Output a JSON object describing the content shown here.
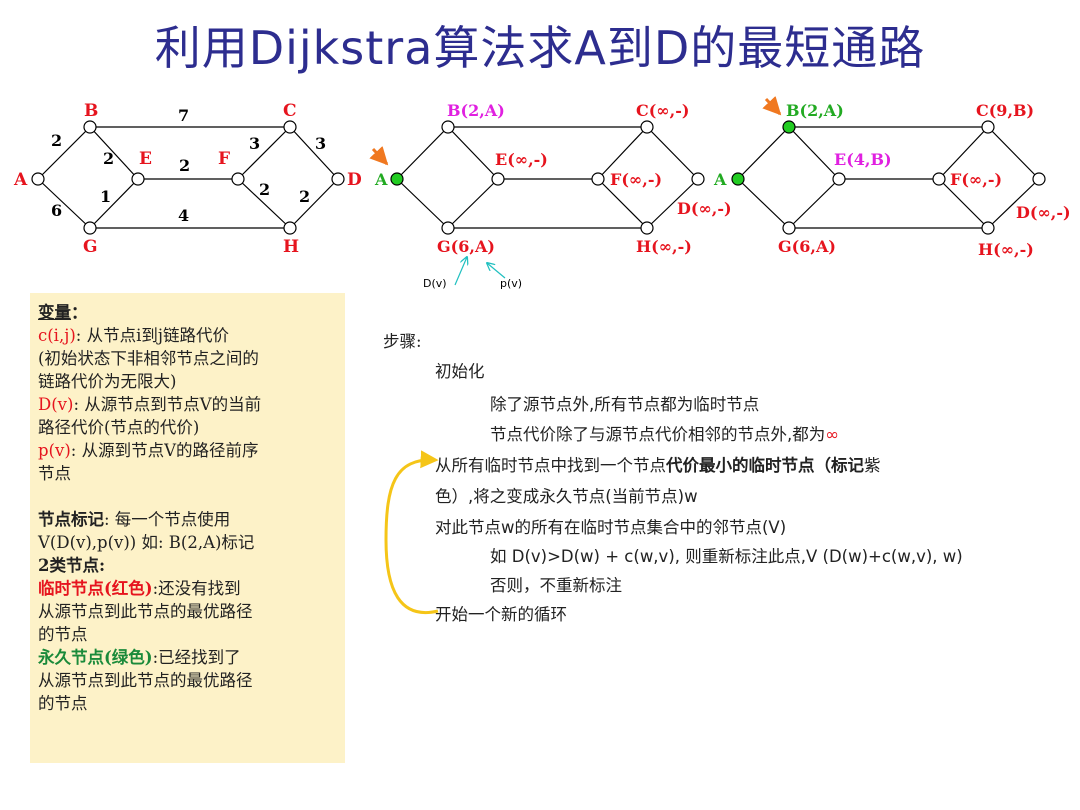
{
  "title": "利用Dijkstra算法求A到D的最短通路",
  "graph1": {
    "nodes": {
      "A": "A",
      "B": "B",
      "C": "C",
      "D": "D",
      "E": "E",
      "F": "F",
      "G": "G",
      "H": "H"
    },
    "weights": {
      "AB": "2",
      "AG": "6",
      "BC": "7",
      "BE": "2",
      "GE": "1",
      "EF": "2",
      "GH": "4",
      "CF": "3",
      "CD": "3",
      "FH": "2",
      "HD": "2"
    }
  },
  "graph2": {
    "labels": {
      "A": "A",
      "B": "B(2,A)",
      "C": "C(∞,-)",
      "D": "D(∞,-)",
      "E": "E(∞,-)",
      "F": "F(∞,-)",
      "G": "G(6,A)",
      "H": "H(∞,-)"
    },
    "annotations": {
      "dv": "D(v)",
      "pv": "p(v)"
    }
  },
  "graph3": {
    "labels": {
      "A": "A",
      "B": "B(2,A)",
      "C": "C(9,B)",
      "D": "D(∞,-)",
      "E": "E(4,B)",
      "F": "F(∞,-)",
      "G": "G(6,A)",
      "H": "H(∞,-)"
    }
  },
  "variables": {
    "heading": "变量",
    "heading_colon": "：",
    "c_code": "c(i,j)",
    "c_desc_1": ": 从节点i到j链路代价",
    "c_desc_2": "(初始状态下非相邻节点之间的",
    "c_desc_3": "链路代价为无限大)",
    "d_code": "D(v)",
    "d_desc_1": ": 从源节点到节点V的当前",
    "d_desc_2": "路径代价(节点的代价)",
    "p_code": "p(v)",
    "p_desc_1": ": 从源到节点V的路径前序",
    "p_desc_2": "节点",
    "label_head": "节点标记",
    "label_desc_1": ": 每一个节点使用",
    "label_desc_2": "V(D(v),p(v)) 如: B(2,A)标记",
    "kinds": "2类节点:",
    "temp_head": "临时节点(红色)",
    "temp_desc_1": ":还没有找到",
    "temp_desc_2": "从源节点到此节点的最优路径",
    "temp_desc_3": "的节点",
    "perm_head": "永久节点(绿色)",
    "perm_desc_1": ":已经找到了",
    "perm_desc_2": "从源节点到此节点的最优路径",
    "perm_desc_3": "的节点"
  },
  "steps": {
    "heading": "步骤:",
    "init": "初始化",
    "init_1": "除了源节点外,所有节点都为临时节点",
    "init_2a": "节点代价除了与源节点代价相邻的节点外,都为",
    "init_2b": "∞",
    "find_a": "从所有临时节点中找到一个节点",
    "find_b": "代价最小的临时节点（标记",
    "find_c": "紫",
    "find_d": "色）,将之变成永久节点(当前节点)w",
    "neighbors": "对此节点w的所有在临时节点集合中的邻节点(V)",
    "if": "如 D(v)>D(w) + c(w,v), 则重新标注此点,V (D(w)+c(w,v),  w)",
    "else": "否则，不重新标注",
    "loop": "开始一个新的循环"
  },
  "colors": {
    "title": "#2d2d8f",
    "red": "#e6141e",
    "magenta": "#e020e0",
    "green": "#22cc22",
    "orange": "#f07820",
    "teal": "#20c0c0",
    "loop_arrow": "#f5c518",
    "panel": "#fdf2c8"
  }
}
